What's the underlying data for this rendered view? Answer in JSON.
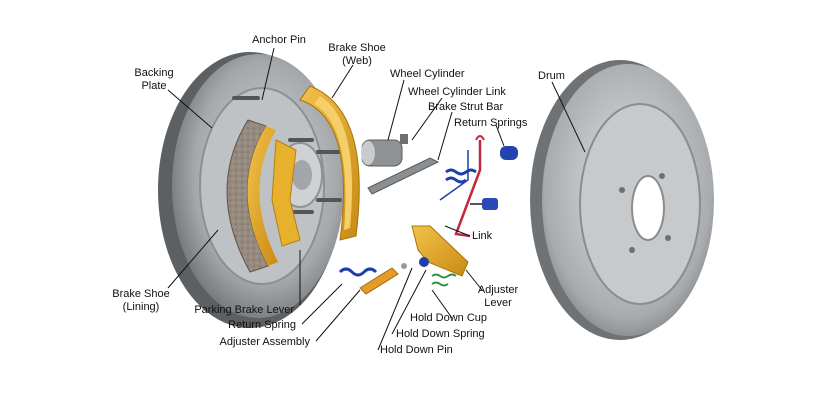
{
  "labels": {
    "anchor_pin": "Anchor Pin",
    "brake_shoe_web_1": "Brake Shoe",
    "brake_shoe_web_2": "(Web)",
    "backing_plate_1": "Backing",
    "backing_plate_2": "Plate",
    "wheel_cylinder": "Wheel Cylinder",
    "wheel_cylinder_link": "Wheel Cylinder Link",
    "brake_strut_bar": "Brake Strut Bar",
    "return_springs": "Return Springs",
    "drum": "Drum",
    "link": "Link",
    "adjuster_lever_1": "Adjuster",
    "adjuster_lever_2": "Lever",
    "hold_down_cup": "Hold Down Cup",
    "hold_down_spring": "Hold Down Spring",
    "hold_down_pin": "Hold Down Pin",
    "brake_shoe_lining_1": "Brake Shoe",
    "brake_shoe_lining_2": "(Lining)",
    "parking_brake_lever": "Parking Brake Lever",
    "return_spring": "Return Spring",
    "adjuster_assembly": "Adjuster Assembly"
  },
  "colors": {
    "plate": "#9a9da1",
    "shoe_web": "#e0a623",
    "lining": "#8e8478",
    "spring_blue": "#1f3fa8",
    "spring_red": "#c0283e",
    "spring_green": "#2e8f3a",
    "drum": "#a8abae"
  }
}
